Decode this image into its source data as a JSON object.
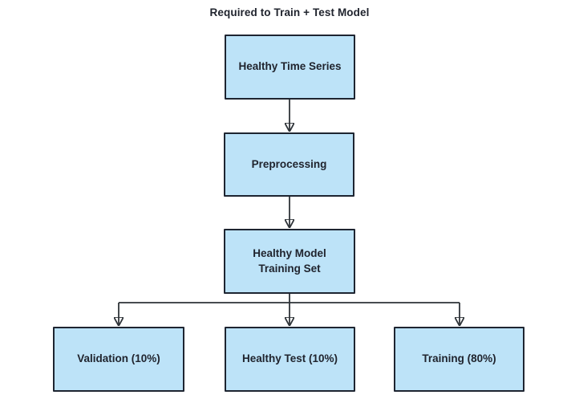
{
  "title": "Required to Train + Test Model",
  "nodes": {
    "healthy_time_series": {
      "label": "Healthy Time Series"
    },
    "preprocessing": {
      "label": "Preprocessing"
    },
    "healthy_model_training_set": {
      "label": "Healthy Model Training Set"
    },
    "validation": {
      "label": "Validation (10%)"
    },
    "healthy_test": {
      "label": "Healthy Test (10%)"
    },
    "training": {
      "label": "Training (80%)"
    }
  },
  "edges": [
    {
      "from": "Healthy Time Series",
      "to": "Preprocessing"
    },
    {
      "from": "Preprocessing",
      "to": "Healthy Model Training Set"
    },
    {
      "from": "Healthy Model Training Set",
      "to": "Validation (10%)"
    },
    {
      "from": "Healthy Model Training Set",
      "to": "Healthy Test (10%)"
    },
    {
      "from": "Healthy Model Training Set",
      "to": "Training (80%)"
    }
  ],
  "colors": {
    "node_fill": "#BDE3F8",
    "node_border": "#1E2531",
    "connector": "#2E3338",
    "text": "#20242E",
    "background": "#FFFFFF"
  }
}
